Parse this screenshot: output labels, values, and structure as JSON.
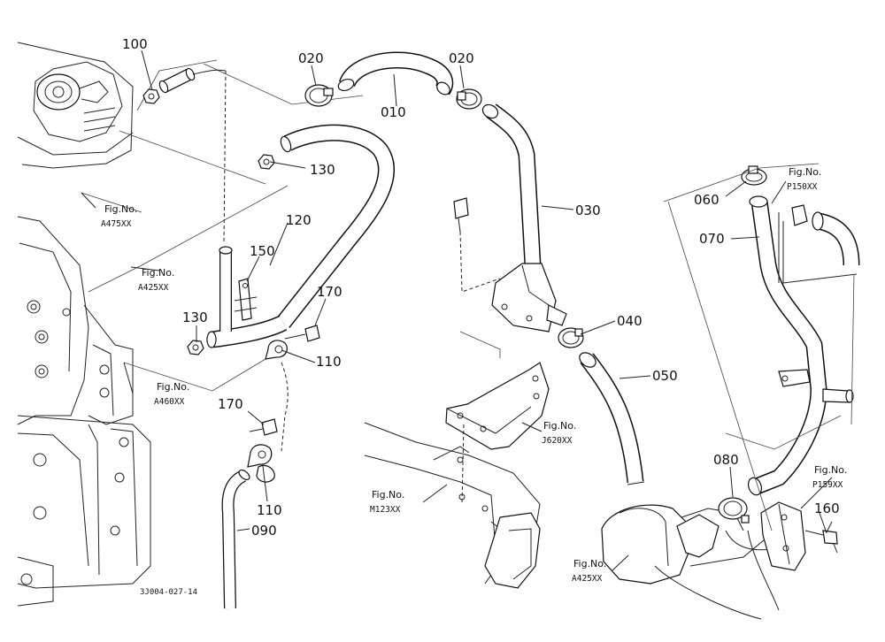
{
  "parts": [
    {
      "label": "100"
    },
    {
      "label": "020"
    },
    {
      "label": "020"
    },
    {
      "label": "010"
    },
    {
      "label": "130"
    },
    {
      "label": "120"
    },
    {
      "label": "150"
    },
    {
      "label": "130"
    },
    {
      "label": "170"
    },
    {
      "label": "110"
    },
    {
      "label": "170"
    },
    {
      "label": "110"
    },
    {
      "label": "090"
    },
    {
      "label": "030"
    },
    {
      "label": "040"
    },
    {
      "label": "050"
    },
    {
      "label": "060"
    },
    {
      "label": "070"
    },
    {
      "label": "080"
    },
    {
      "label": "160"
    }
  ],
  "figure_refs": [
    {
      "prefix": "Fig.No.",
      "code": "A475XX"
    },
    {
      "prefix": "Fig.No.",
      "code": "A425XX"
    },
    {
      "prefix": "Fig.No.",
      "code": "A460XX"
    },
    {
      "prefix": "Fig.No.",
      "code": "J620XX"
    },
    {
      "prefix": "Fig.No.",
      "code": "M123XX"
    },
    {
      "prefix": "Fig.No.",
      "code": "P150XX"
    },
    {
      "prefix": "Fig.No.",
      "code": "P159XX"
    },
    {
      "prefix": "Fig.No.",
      "code": "A425XX"
    }
  ],
  "drawing_code": "3J004-027-14"
}
